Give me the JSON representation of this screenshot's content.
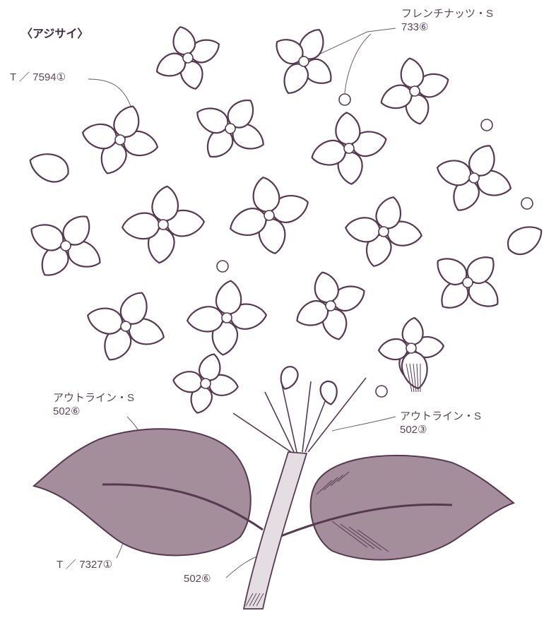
{
  "title": "〈アジサイ〉",
  "labels": {
    "french_knot_line1": "フレンチナッツ・S",
    "french_knot_line2": "733⑥",
    "petal_thread": "T ／ 7594①",
    "outline_left_line1": "アウトライン・S",
    "outline_left_line2": "502⑥",
    "outline_right_line1": "アウトライン・S",
    "outline_right_line2": "502③",
    "leaf_thread": "T ／ 7327①",
    "stem_thread": "502⑥"
  },
  "colors": {
    "outline": "#553a50",
    "leaf_fill": "#a58e9c",
    "stem_fill": "#e4dee2",
    "leader": "#6e5a68"
  }
}
